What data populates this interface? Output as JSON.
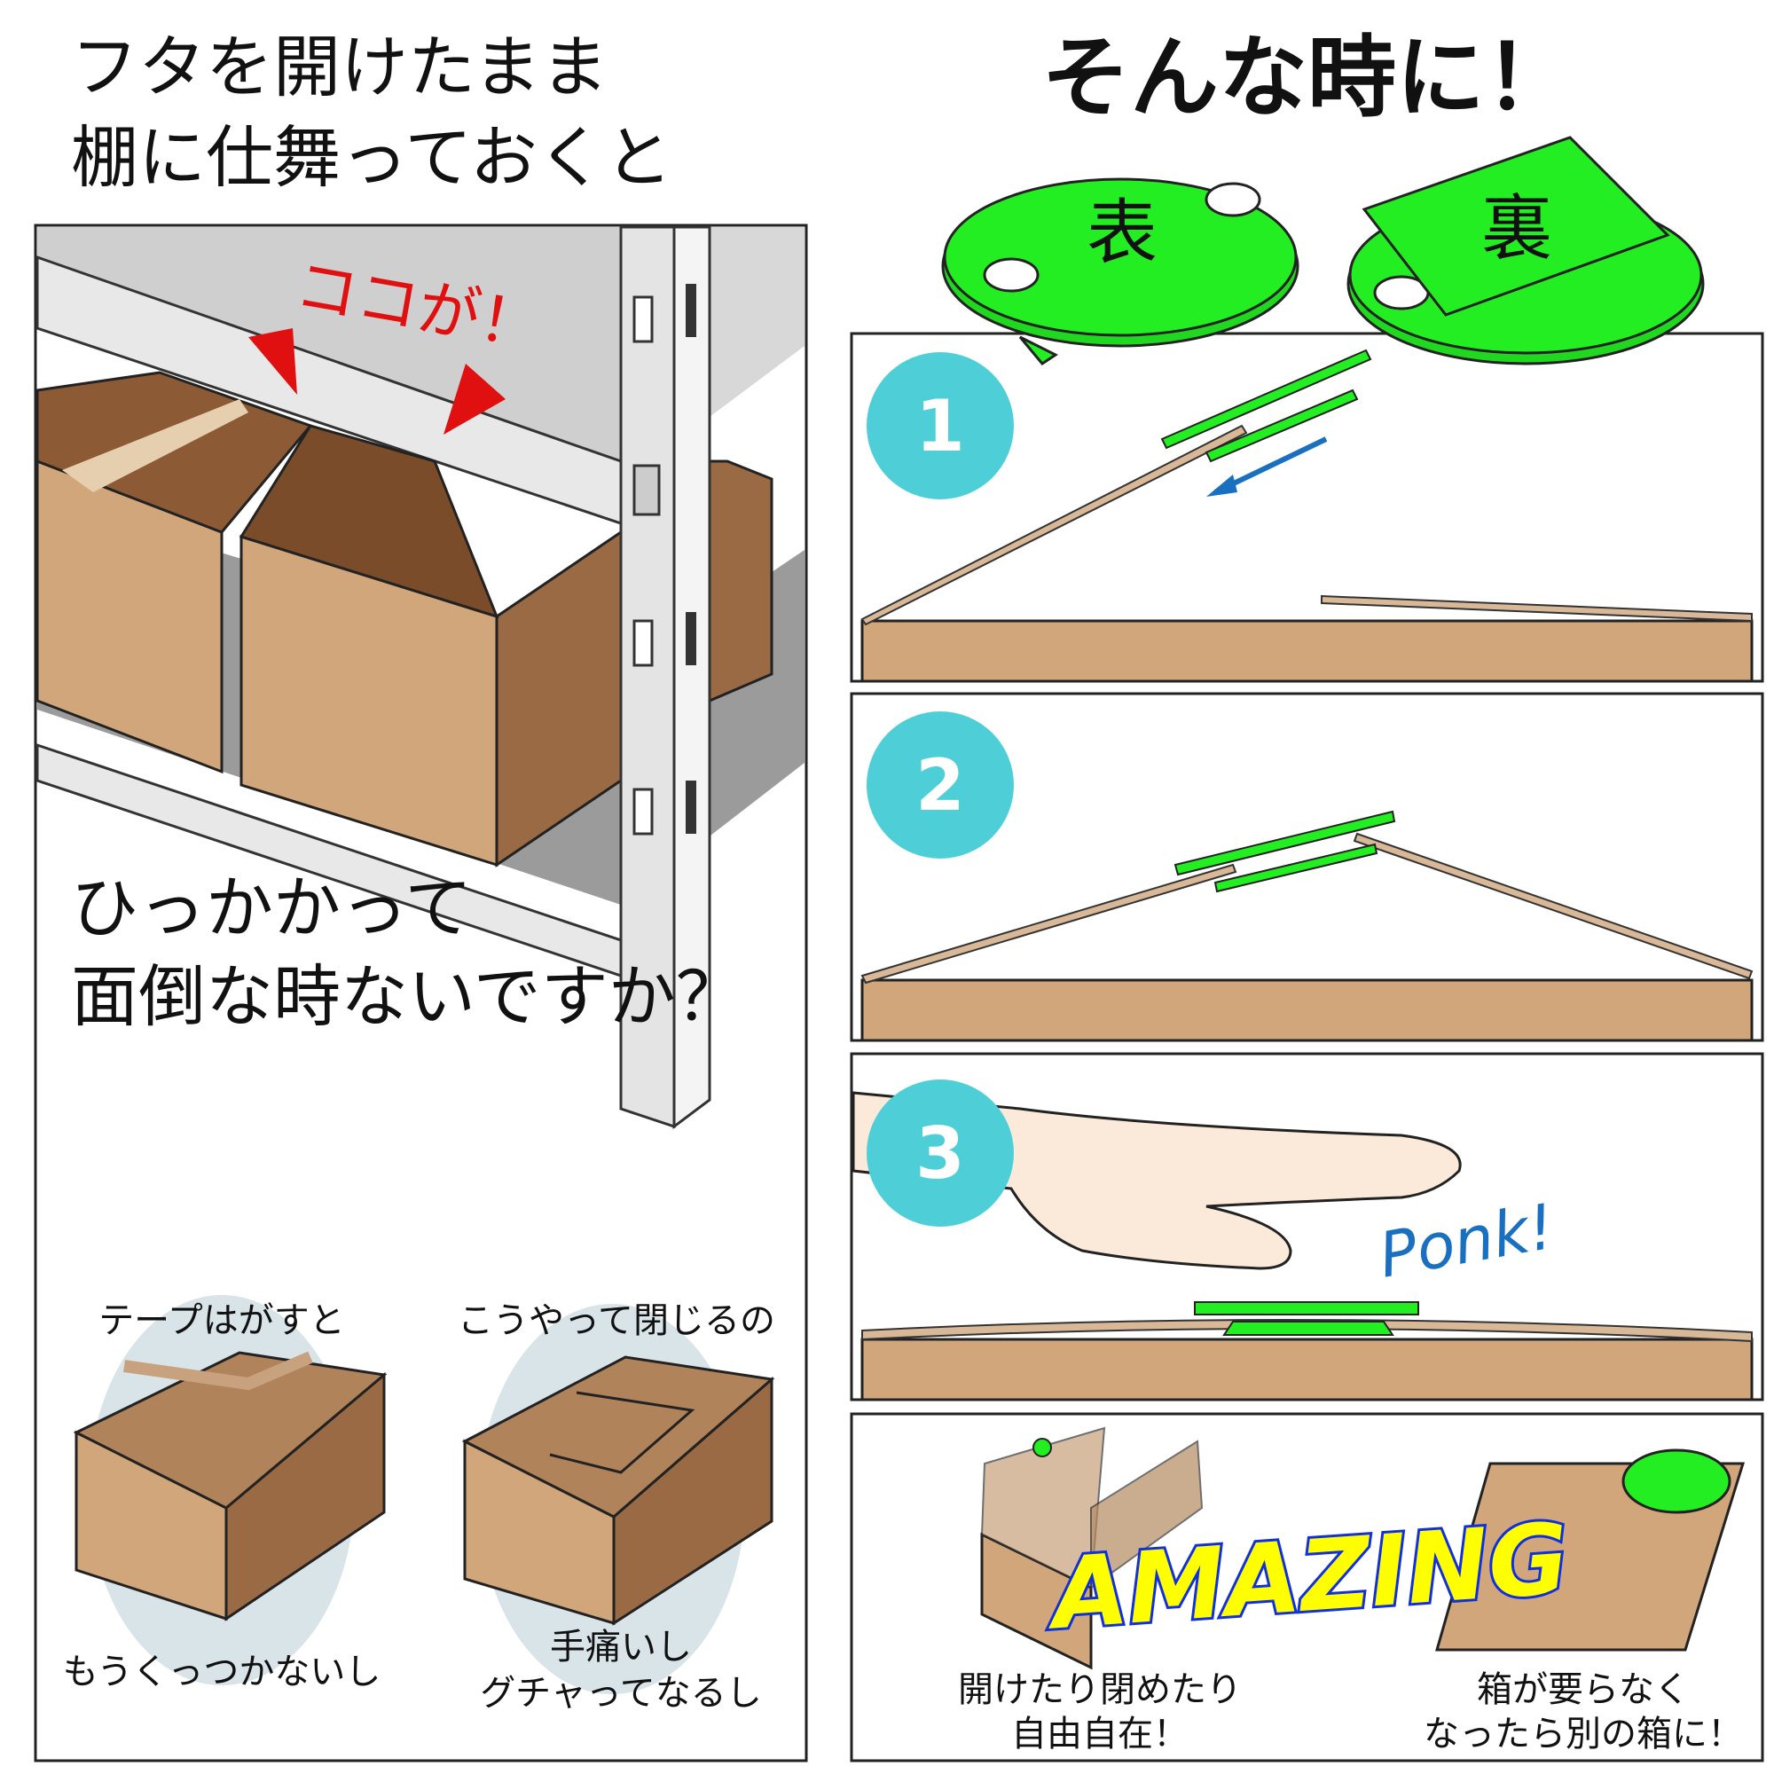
{
  "left": {
    "title_line1": "フタを開けたまま",
    "title_line2": "棚に仕舞っておくと",
    "callout": "ココが！",
    "problem_line1": "ひっかかって",
    "problem_line2": "面倒な時ないですか？",
    "box1_top": "テープはがすと",
    "box1_bottom": "もうくっつかないし",
    "box2_top": "こうやって閉じるの",
    "box2_bottom_line1": "手痛いし",
    "box2_bottom_line2": "グチャってなるし"
  },
  "right": {
    "headline": "そんな時に！",
    "front_label": "表",
    "back_label": "裏",
    "steps": [
      {
        "number": "1"
      },
      {
        "number": "2"
      },
      {
        "number": "3",
        "sound": "Ponk!"
      }
    ],
    "amazing": "AMAZING",
    "feature1_line1": "開けたり閉めたり",
    "feature1_line2": "自由自在！",
    "feature2_line1": "箱が要らなく",
    "feature2_line2": "なったら別の箱に！"
  },
  "colors": {
    "clip_green": "#22ee22",
    "step_circle": "#4ecfd8",
    "cardboard": "#d0a67a",
    "arrow_red": "#e01010"
  }
}
